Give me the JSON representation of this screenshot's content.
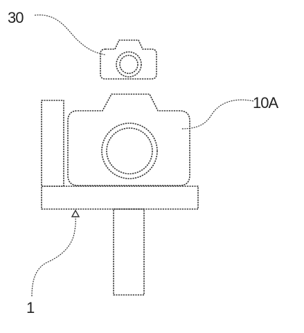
{
  "labels": {
    "small_camera": "30",
    "main_camera": "10A",
    "mount": "1"
  },
  "colors": {
    "line": "#333333",
    "text": "#222222",
    "background": "#ffffff"
  }
}
